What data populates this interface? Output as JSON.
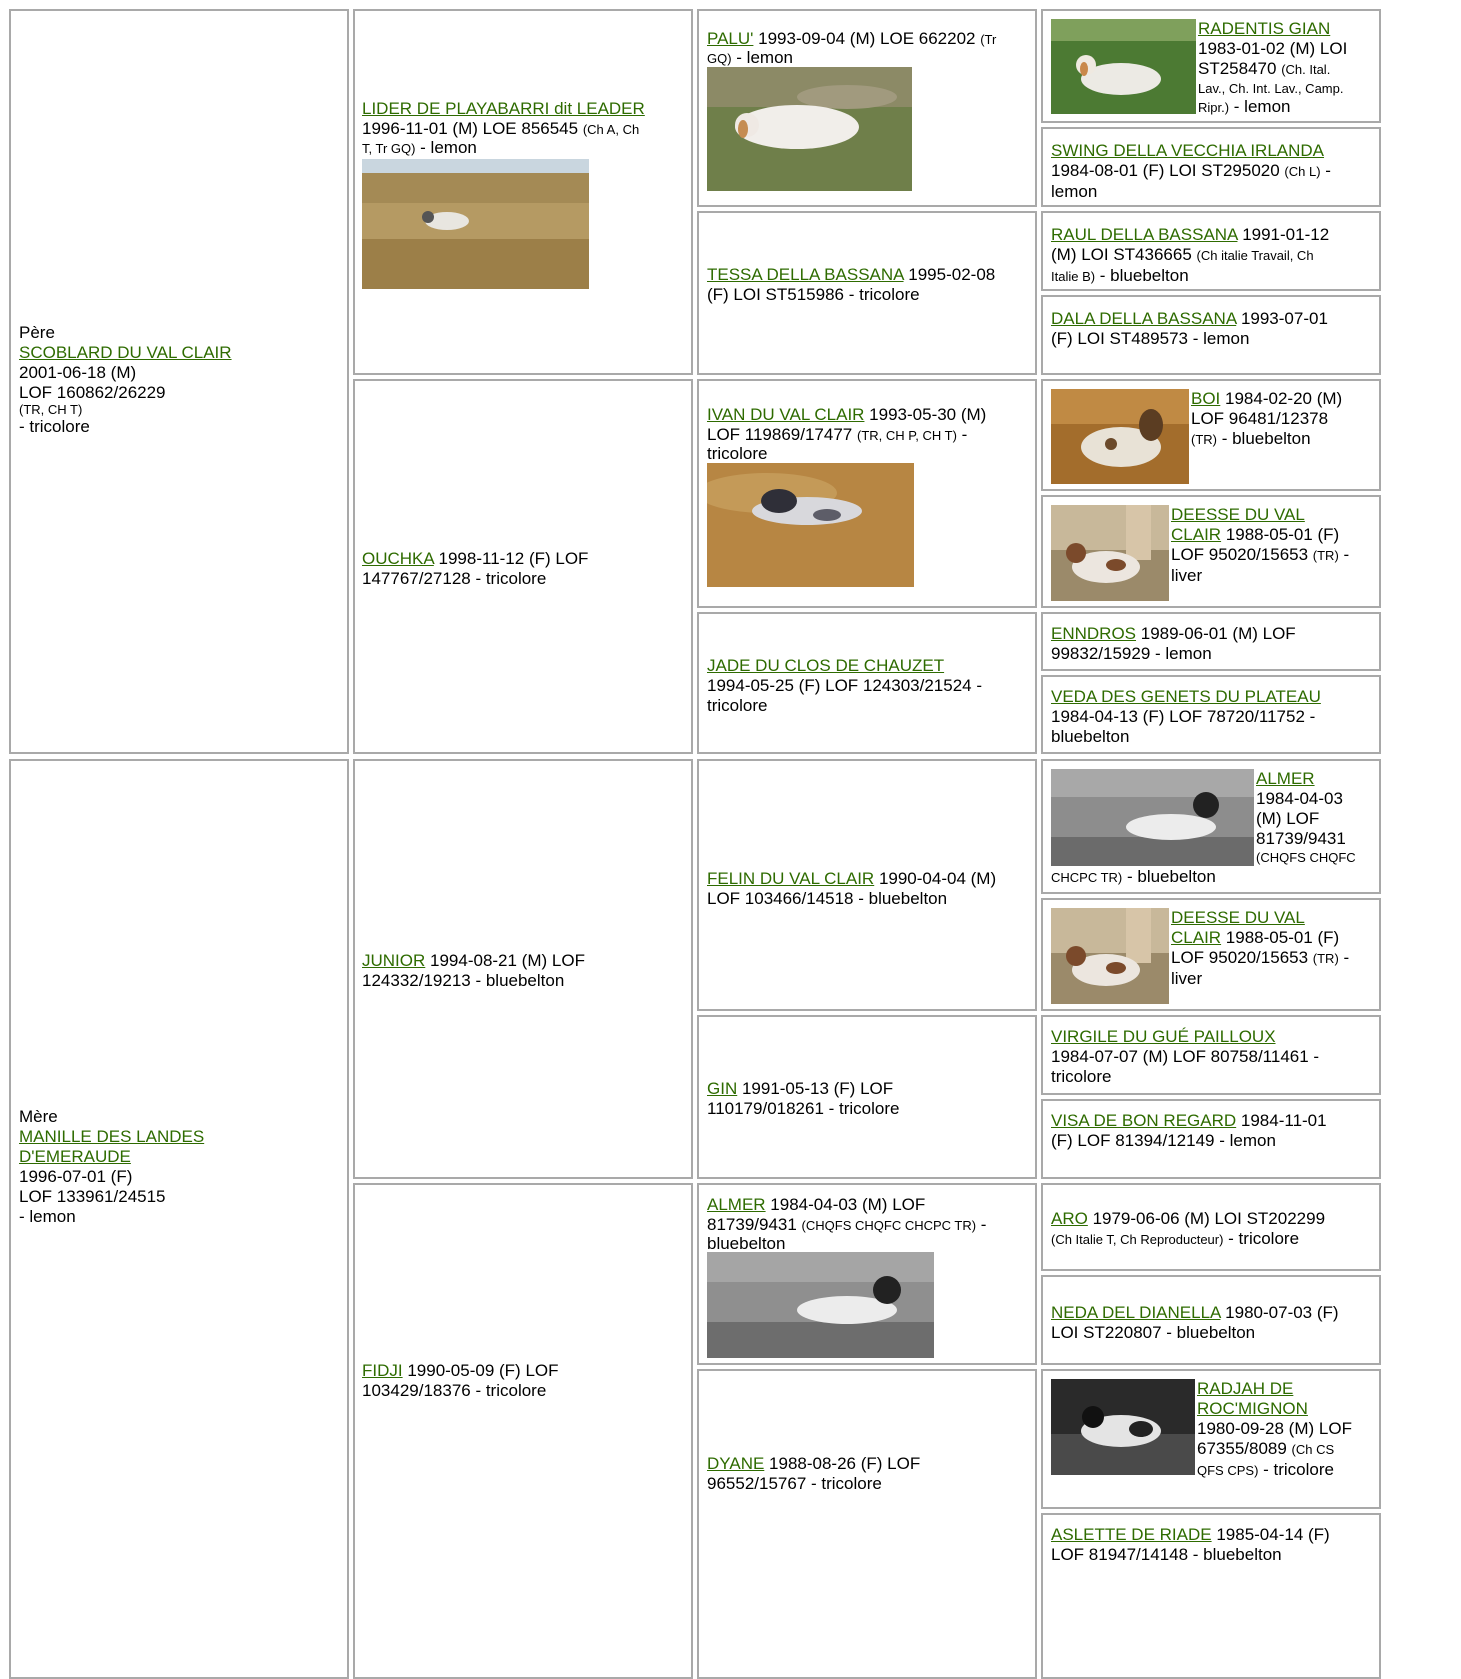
{
  "col1": {
    "sire": {
      "heading": "Père",
      "name": "SCOBLARD DU VAL CLAIR",
      "born": "2001-06-18 (M)",
      "reg": "LOF 160862/26229",
      "titles": "(TR, CH T)",
      "color": "- tricolore"
    },
    "dam": {
      "heading": "Mère",
      "name_line1": "MANILLE DES LANDES",
      "name_line2": "D'EMERAUDE",
      "born": "1996-07-01 (F)",
      "reg": "LOF 133961/24515",
      "color": "- lemon"
    }
  },
  "col2": {
    "lider": {
      "name": "LIDER DE PLAYABARRI dit LEADER",
      "line1a": "1996-11-01 (M) LOE 856545 ",
      "titles1": "(Ch A, Ch",
      "titles2": "T, Tr GQ)",
      "tail": " - lemon"
    },
    "ouchka": {
      "name": "OUCHKA",
      "line1": " 1998-11-12 (F) LOF",
      "line2": "147767/27128 - tricolore"
    },
    "junior": {
      "name": "JUNIOR",
      "line1": " 1994-08-21 (M) LOF",
      "line2": "124332/19213 - bluebelton"
    },
    "fidji": {
      "name": "FIDJI",
      "line1": " 1990-05-09 (F) LOF",
      "line2": "103429/18376 - tricolore"
    }
  },
  "col3": {
    "palu": {
      "name": "PALU'",
      "line1": " 1993-09-04 (M) LOE 662202 ",
      "titles1": "(Tr",
      "titles2": "GQ)",
      "tail": " - lemon"
    },
    "tessa": {
      "name": "TESSA DELLA BASSANA",
      "line1": " 1995-02-08",
      "line2": "(F) LOI ST515986 - tricolore"
    },
    "ivan": {
      "name": "IVAN DU VAL CLAIR",
      "line1": " 1993-05-30 (M)",
      "line2a": "LOF 119869/17477 ",
      "titles": "(TR, CH P, CH T)",
      "tail": " -",
      "line3": "tricolore"
    },
    "jade": {
      "name": "JADE DU CLOS DE CHAUZET",
      "line2": "1994-05-25 (F) LOF 124303/21524 -",
      "line3": "tricolore"
    },
    "felin": {
      "name": "FELIN DU VAL CLAIR",
      "line1": " 1990-04-04 (M)",
      "line2": "LOF 103466/14518 - bluebelton"
    },
    "gin": {
      "name": "GIN",
      "line1": " 1991-05-13 (F) LOF",
      "line2": "110179/018261 - tricolore"
    },
    "almer": {
      "name": "ALMER",
      "line1": " 1984-04-03 (M) LOF",
      "line2a": "81739/9431 ",
      "titles": "(CHQFS CHQFC CHCPC TR)",
      "tail": " -",
      "line3": "bluebelton"
    },
    "dyane": {
      "name": "DYANE",
      "line1": " 1988-08-26 (F) LOF",
      "line2": "96552/15767 - tricolore"
    }
  },
  "col4": {
    "radentis": {
      "name": "RADENTIS GIAN",
      "l1": "1983-01-02 (M) LOI",
      "l2": "ST258470 ",
      "t1": "(Ch. Ital.",
      "t2": "Lav., Ch. Int. Lav., Camp.",
      "t3": "Ripr.)",
      "tail": " - lemon"
    },
    "swing": {
      "name": "SWING DELLA VECCHIA IRLANDA",
      "l1": "1984-08-01 (F) LOI ST295020 ",
      "t1": "(Ch L)",
      "tail": " -",
      "l2": "lemon"
    },
    "raul": {
      "name": "RAUL DELLA BASSANA",
      "l1": " 1991-01-12",
      "l2": "(M) LOI ST436665 ",
      "t1": "(Ch italie Travail, Ch",
      "t2": "Italie B)",
      "tail": " - bluebelton"
    },
    "dala": {
      "name": "DALA DELLA BASSANA",
      "l1": " 1993-07-01",
      "l2": "(F) LOI ST489573 - lemon"
    },
    "boi": {
      "name": "BOI",
      "l1": " 1984-02-20 (M)",
      "l2": "LOF 96481/12378",
      "t1": "(TR)",
      "tail": " - bluebelton"
    },
    "deesse1": {
      "name1": "DEESSE DU VAL",
      "name2": "CLAIR",
      "l1": " 1988-05-01 (F)",
      "l2": "LOF 95020/15653 ",
      "t1": "(TR)",
      "tail": " -",
      "l3": "liver"
    },
    "enndros": {
      "name": "ENNDROS",
      "l1": " 1989-06-01 (M) LOF",
      "l2": "99832/15929 - lemon"
    },
    "veda": {
      "name": "VEDA DES GENETS DU PLATEAU",
      "l1": "1984-04-13 (F) LOF 78720/11752 -",
      "l2": "bluebelton"
    },
    "almer2": {
      "name": "ALMER",
      "l1": "1984-04-03",
      "l2": "(M) LOF",
      "l3": "81739/9431",
      "t1": "(CHQFS CHQFC",
      "t2": "CHCPC TR)",
      "tail": " - bluebelton"
    },
    "deesse2": {
      "name1": "DEESSE DU VAL",
      "name2": "CLAIR",
      "l1": " 1988-05-01 (F)",
      "l2": "LOF 95020/15653 ",
      "t1": "(TR)",
      "tail": " -",
      "l3": "liver"
    },
    "virgile": {
      "name": "VIRGILE DU GUÉ PAILLOUX",
      "l1": "1984-07-07 (M) LOF 80758/11461 -",
      "l2": "tricolore"
    },
    "visa": {
      "name": "VISA DE BON REGARD",
      "l1": " 1984-11-01",
      "l2": "(F) LOF 81394/12149 - lemon"
    },
    "aro": {
      "name": "ARO",
      "l1": " 1979-06-06 (M) LOI ST202299",
      "t1": "(Ch Italie T, Ch Reproducteur)",
      "tail": " - tricolore"
    },
    "neda": {
      "name": "NEDA DEL DIANELLA",
      "l1": " 1980-07-03 (F)",
      "l2": "LOI ST220807 - bluebelton"
    },
    "radjah": {
      "name1": "RADJAH DE",
      "name2": "ROC'MIGNON",
      "l1": "1980-09-28 (M) LOF",
      "l2": "67355/8089 ",
      "t1": "(Ch CS",
      "t2": "QFS CPS)",
      "tail": " - tricolore"
    },
    "aslette": {
      "name": "ASLETTE DE RIADE",
      "l1": " 1985-04-14 (F)",
      "l2": "LOF 81947/14148 - bluebelton"
    }
  },
  "colors": {
    "link": "#2e6b00",
    "border": "#a9a9a9"
  }
}
